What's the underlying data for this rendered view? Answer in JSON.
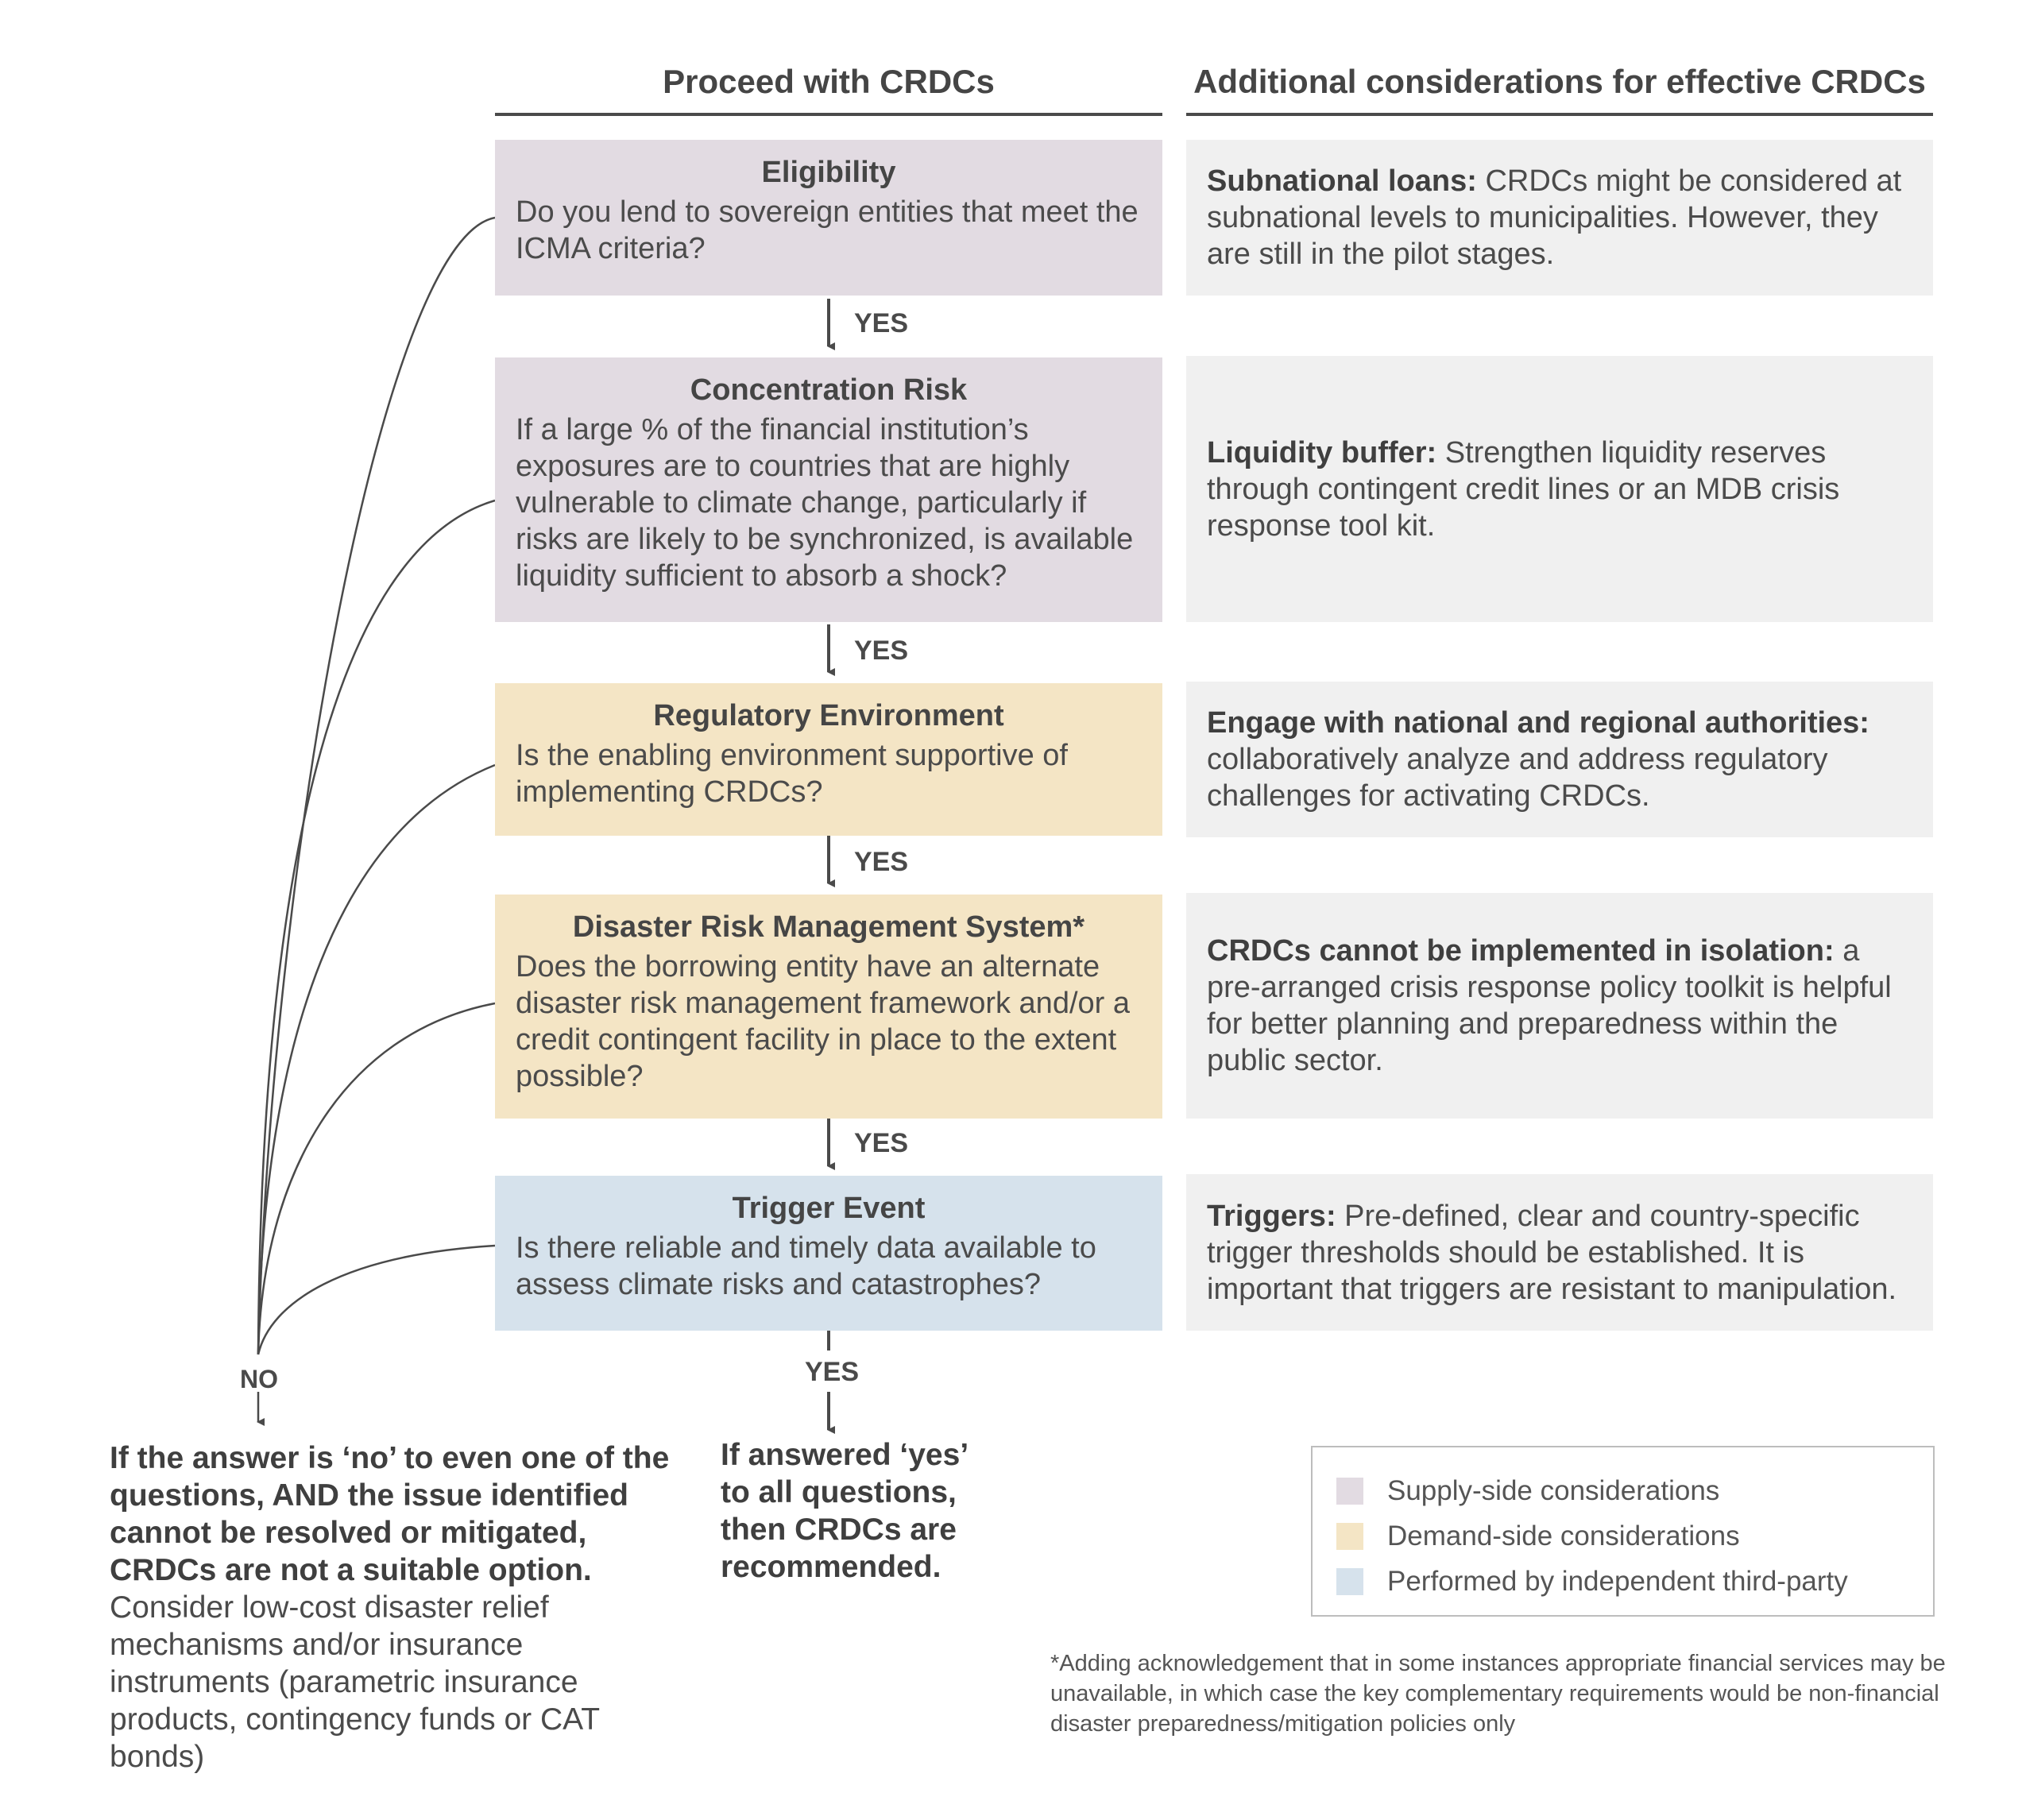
{
  "headers": {
    "proceed": "Proceed with CRDCs",
    "additional": "Additional considerations for effective CRDCs"
  },
  "steps": [
    {
      "title": "Eligibility",
      "question": "Do you lend to sovereign entities that meet the ICMA criteria?",
      "category": "supply",
      "note_lead": "Subnational loans:",
      "note_text": " CRDCs might be considered at subnational levels to municipalities. However, they are still in the pilot stages."
    },
    {
      "title": "Concentration Risk",
      "question": "If a  large % of the financial institution’s exposures are to  countries that are highly vulnerable to climate change,  particularly if risks are likely to be synchronized, is available liquidity sufficient to absorb a shock?",
      "category": "supply",
      "note_lead": "Liquidity buffer:",
      "note_text": " Strengthen liquidity reserves through contingent credit lines or an MDB crisis response tool kit."
    },
    {
      "title": "Regulatory Environment",
      "question": "Is the enabling environment supportive of implementing CRDCs?",
      "category": "demand",
      "note_lead": "Engage with national and regional authorities:",
      "note_text": " collaboratively analyze and address regulatory challenges for activating CRDCs."
    },
    {
      "title": "Disaster Risk Management System*",
      "question": "Does the borrowing entity have an alternate disaster risk management framework and/or a credit contingent facility in place to the extent possible?",
      "category": "demand",
      "note_lead": "CRDCs cannot be implemented in isolation:",
      "note_text": " a pre-arranged crisis response policy toolkit is helpful for better planning and preparedness within the public sector."
    },
    {
      "title": "Trigger Event",
      "question": "Is there reliable and timely data available to assess climate risks and catastrophes?",
      "category": "third",
      "note_lead": "Triggers:",
      "note_text": " Pre-defined, clear and country-specific trigger thresholds should be established. It is important that triggers are resistant to manipulation."
    }
  ],
  "yes_label": "YES",
  "no_label": "NO",
  "no_outcome": {
    "bold": "If the answer is ‘no’ to even one of the questions, AND the issue identified cannot be resolved or mitigated, CRDCs are not a suitable option.",
    "text": " Consider low-cost disaster relief mechanisms and/or insurance instruments (parametric insurance products, contingency funds or CAT bonds)"
  },
  "yes_outcome": "If answered ‘yes’ to all questions, then CRDCs are recommended.",
  "legend": [
    {
      "label": "Supply-side considerations",
      "color": "#e2dbe2"
    },
    {
      "label": "Demand-side considerations",
      "color": "#f4e5c5"
    },
    {
      "label": "Performed by independent third-party",
      "color": "#d6e2ec"
    }
  ],
  "footnote": "*Adding acknowledgement that in some instances appropriate financial services may be unavailable, in which case the key complementary requirements would be non-financial disaster preparedness/mitigation policies only"
}
